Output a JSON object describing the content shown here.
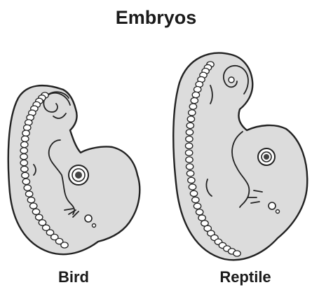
{
  "figure": {
    "title": "Embryos",
    "embryos": [
      {
        "label": "Bird"
      },
      {
        "label": "Reptile"
      }
    ]
  }
}
